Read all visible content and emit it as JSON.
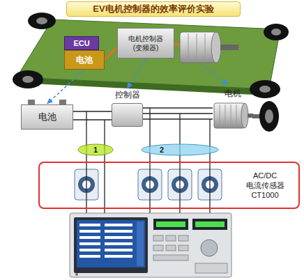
{
  "diagram": {
    "title": "EV电机控制器的效率评价实验",
    "nodes": [
      {
        "text": [
          "ECU"
        ]
      },
      {
        "text": [
          "电池"
        ]
      },
      {
        "text": [
          "电机控制器 (变频器)"
        ]
      },
      {
        "text": [
          "电池"
        ]
      },
      {
        "text": [
          "控制器"
        ]
      },
      {
        "text": [
          "电机"
        ]
      },
      {
        "text": [
          "1"
        ]
      },
      {
        "text": [
          "2"
        ]
      },
      {
        "text": [
          "AC/DC 电流传感器 CT1000"
        ]
      }
    ],
    "edges": [
      {
        "from": 1,
        "to": 3,
        "arrow": "to"
      },
      {
        "from": 2,
        "to": 4,
        "arrow": "to"
      },
      {
        "from": 3,
        "to": 4,
        "arrow": "none"
      },
      {
        "from": 4,
        "to": 5,
        "arrow": "none"
      }
    ]
  }
}
